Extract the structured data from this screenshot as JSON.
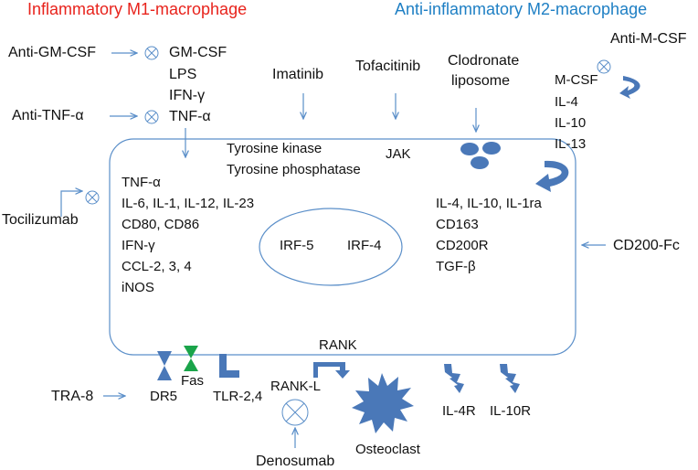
{
  "headers": {
    "m1": "Inflammatory M1-macrophage",
    "m2": "Anti-inflammatory M2-macrophage"
  },
  "colors": {
    "m1_header": "#e8231c",
    "m2_header": "#1e7fc4",
    "line": "#5b8fc9",
    "shape_fill": "#4a78b8",
    "fas_fill": "#1aa44a"
  },
  "left_inputs": {
    "anti_gmcsf": "Anti-GM-CSF",
    "anti_tnf": "Anti-TNF-α",
    "tocilizumab": "Tocilizumab"
  },
  "m1_stimuli": [
    "GM-CSF",
    "LPS",
    "IFN-γ",
    "TNF-α"
  ],
  "drugs": {
    "imatinib": "Imatinib",
    "tofacitinib": "Tofacitinib",
    "clodronate": [
      "Clodronate",
      "liposome"
    ],
    "anti_mcsf": "Anti-M-CSF",
    "cd200fc": "CD200-Fc",
    "tra8": "TRA-8",
    "denosumab": "Denosumab"
  },
  "m2_stimuli": [
    "M-CSF",
    "IL-4",
    "IL-10",
    "IL-13"
  ],
  "cell": {
    "kinase": [
      "Tyrosine kinase",
      "Tyrosine phosphatase"
    ],
    "jak": "JAK",
    "m1_markers": [
      "TNF-α",
      "IL-6, IL-1, IL-12, IL-23",
      "CD80, CD86",
      "IFN-γ",
      "CCL-2, 3, 4",
      "iNOS"
    ],
    "m2_markers": [
      "IL-4, IL-10, IL-1ra",
      "CD163",
      "CD200R",
      "TGF-β"
    ],
    "nucleus": [
      "IRF-5",
      "IRF-4"
    ]
  },
  "receptors": {
    "dr5": "DR5",
    "fas": "Fas",
    "tlr": "TLR-2,4",
    "rank": "RANK",
    "rankl": "RANK-L",
    "osteoclast": "Osteoclast",
    "il4r": "IL-4R",
    "il10r": "IL-10R"
  }
}
